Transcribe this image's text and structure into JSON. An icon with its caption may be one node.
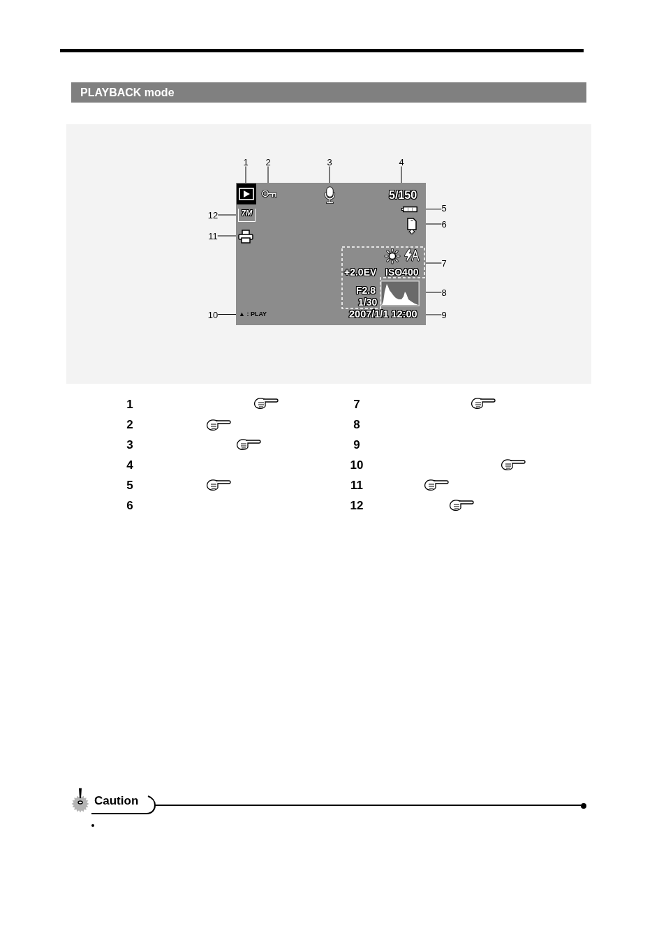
{
  "diagram": {
    "title": "PLAYBACK mode",
    "nodes": [
      {
        "text": [
          "1"
        ]
      },
      {
        "text": [
          "2"
        ]
      },
      {
        "text": [
          "3"
        ]
      },
      {
        "text": [
          "4"
        ]
      },
      {
        "text": [],
        "shape": "box"
      },
      {
        "text": [],
        "shape": "picture",
        "in": 4
      },
      {
        "text": [],
        "shape": "picture",
        "in": 4
      },
      {
        "text": [],
        "shape": "picture",
        "in": 4
      },
      {
        "text": [
          "5/150"
        ],
        "in": 4
      },
      {
        "text": [],
        "shape": "picture",
        "in": 4
      },
      {
        "text": [],
        "shape": "picture",
        "in": 4
      },
      {
        "text": [
          "7M"
        ],
        "in": 4
      },
      {
        "text": [],
        "shape": "picture",
        "in": 4
      },
      {
        "text": [
          "+2.0EV",
          "ISO400",
          "F2.8",
          "1/30"
        ],
        "in": 4
      },
      {
        "text": [],
        "shape": "picture",
        "in": 4
      },
      {
        "text": [
          "▲ : PLAY"
        ],
        "in": 4
      },
      {
        "text": [
          "2007/1/1 12:00"
        ],
        "in": 4
      },
      {
        "text": [
          "5"
        ]
      },
      {
        "text": [
          "6"
        ]
      },
      {
        "text": [
          "7"
        ]
      },
      {
        "text": [
          "8"
        ]
      },
      {
        "text": [
          "9"
        ]
      },
      {
        "text": [
          "10"
        ]
      },
      {
        "text": [
          "11"
        ]
      },
      {
        "text": [
          "12"
        ]
      }
    ],
    "edges": [
      {
        "from": 0,
        "to": 5,
        "arrow": "none"
      },
      {
        "from": 1,
        "to": 6,
        "arrow": "none"
      },
      {
        "from": 2,
        "to": 7,
        "arrow": "none"
      },
      {
        "from": 3,
        "to": 8,
        "arrow": "none"
      },
      {
        "from": 17,
        "to": 9,
        "arrow": "none"
      },
      {
        "from": 18,
        "to": 10,
        "arrow": "none"
      },
      {
        "from": 19,
        "to": 13,
        "arrow": "none"
      },
      {
        "from": 20,
        "to": 14,
        "arrow": "none"
      },
      {
        "from": 21,
        "to": 16,
        "arrow": "none"
      },
      {
        "from": 22,
        "to": 15,
        "arrow": "none"
      },
      {
        "from": 23,
        "to": 12,
        "arrow": "none"
      },
      {
        "from": 24,
        "to": 11,
        "arrow": "none"
      }
    ],
    "labels": [
      "1",
      "7",
      "2",
      "8",
      "3",
      "9",
      "4",
      "10",
      "5",
      "11",
      "6",
      "12",
      "Caution"
    ]
  }
}
